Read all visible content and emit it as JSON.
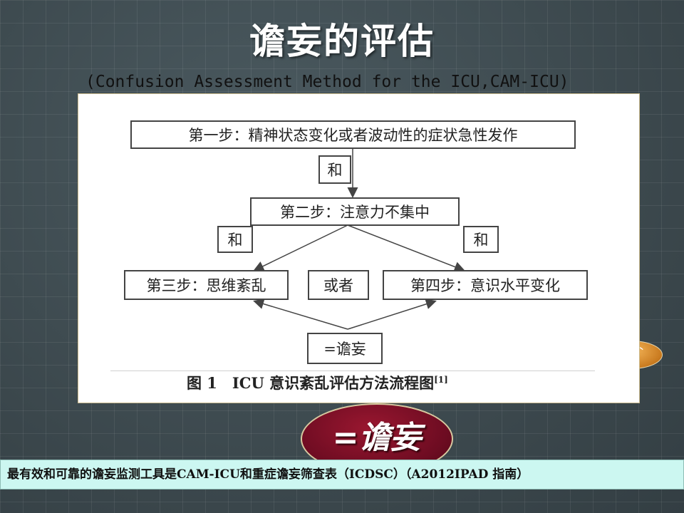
{
  "slide": {
    "title": "谵妄的评估",
    "subtitle": "(Confusion Assessment Method for the ICU,CAM-ICU)"
  },
  "figure": {
    "step1": "第一步：精神状态变化或者波动性的症状急性发作",
    "and_top": "和",
    "step2": "第二步：注意力不集中",
    "and_left": "和",
    "and_right": "和",
    "step3": "第三步：思维紊乱",
    "or": "或者",
    "step4": "第四步：意识水平变化",
    "result": "=谵妄",
    "caption": "图 1　ICU 意识紊乱评估方法流程图",
    "caption_ref": "[1]"
  },
  "callout": {
    "text": "=谵妄"
  },
  "banner": {
    "text": "最有效和可靠的谵妄监测工具是CAM-ICU和重症谵妄筛查表（ICDSC）（A2012IPAD 指南）"
  },
  "colors": {
    "background": "#3e4b51",
    "oval": "#7a0f27",
    "banner": "#ccf7f1",
    "pill": "#e09a3a"
  }
}
